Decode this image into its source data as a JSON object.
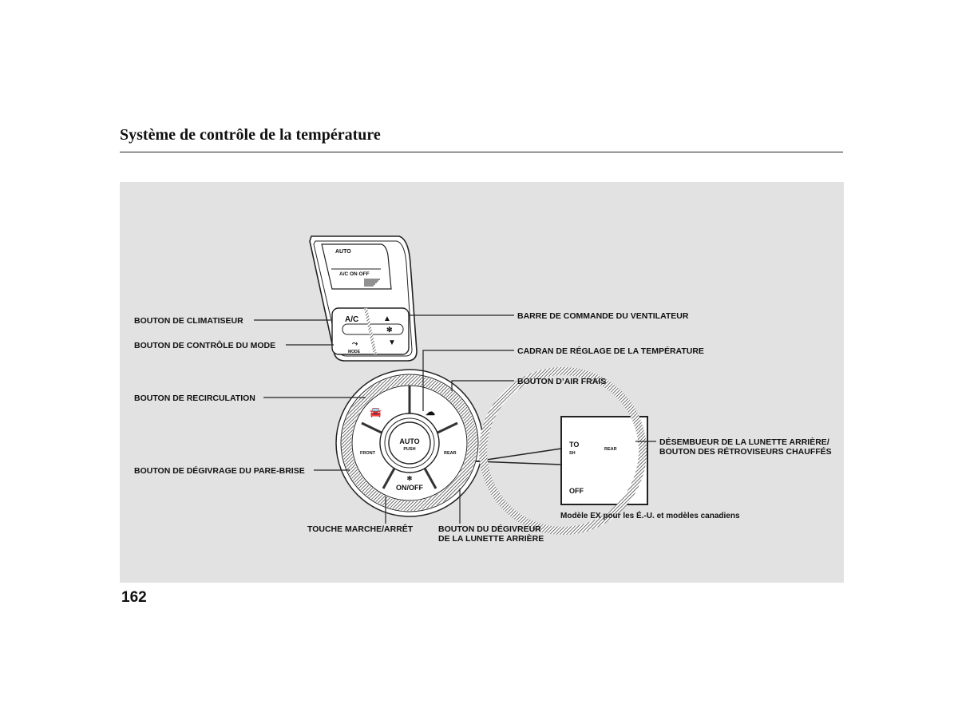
{
  "header": {
    "title": "Système de contrôle de la température"
  },
  "page_number": "162",
  "display": {
    "auto": "AUTO",
    "status": "A/C ON OFF"
  },
  "buttons": {
    "ac": "A/C",
    "mode": "MODE",
    "auto": "AUTO",
    "push": "PUSH",
    "front": "FRONT",
    "rear": "REAR",
    "onoff": "ON/OFF"
  },
  "inset": {
    "to": "TO",
    "sh": "SH",
    "rear": "REAR",
    "off": "OFF",
    "caption": "Modèle EX pour les É.-U. et modèles canadiens"
  },
  "labels": {
    "climatiseur": "BOUTON DE CLIMATISEUR",
    "mode": "BOUTON DE CONTRÔLE DU MODE",
    "recirculation": "BOUTON DE RECIRCULATION",
    "degivrage": "BOUTON DE DÉGIVRAGE DU PARE-BRISE",
    "ventilateur": "BARRE DE COMMANDE DU VENTILATEUR",
    "cadran": "CADRAN DE RÉGLAGE DE LA TEMPÉRATURE",
    "air_frais": "BOUTON D’AIR FRAIS",
    "desembueur_1": "DÉSEMBUEUR DE LA LUNETTE ARRIÈRE/",
    "desembueur_2": "BOUTON DES RÉTROVISEURS CHAUFFÉS",
    "marche_arret": "TOUCHE MARCHE/ARRÊT",
    "degivreur_1": "BOUTON DU DÉGIVREUR",
    "degivreur_2": "DE LA LUNETTE ARRIÈRE"
  }
}
